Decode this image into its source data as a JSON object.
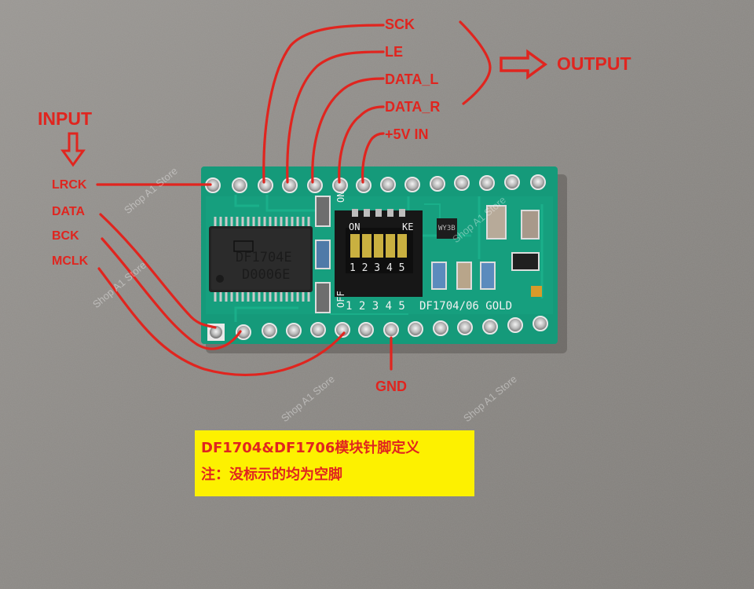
{
  "labels": {
    "input": "INPUT",
    "output": "OUTPUT",
    "lrck": "LRCK",
    "data": "DATA",
    "bck": "BCK",
    "mclk": "MCLK",
    "sck": "SCK",
    "le": "LE",
    "data_l": "DATA_L",
    "data_r": "DATA_R",
    "vin": "+5V IN",
    "gnd": "GND"
  },
  "note": {
    "line1": "DF1704&DF1706模块针脚定义",
    "line2": "注：没标示的均为空脚"
  },
  "board": {
    "chip_line1": "DF1704E",
    "chip_line2": "D0006E",
    "model_text": "DF1704/06 GOLD",
    "dip_numbers": "1 2 3 4 5",
    "dip_on": "ON",
    "dip_off": "OFF",
    "dip_ke": "KE",
    "regulator": "WY3B"
  },
  "watermark": "Shop A1 Store",
  "colors": {
    "annotation": "#e0251f",
    "note_bg": "#fdf100",
    "pcb": "#159a7a",
    "background": "#8e8b87"
  }
}
